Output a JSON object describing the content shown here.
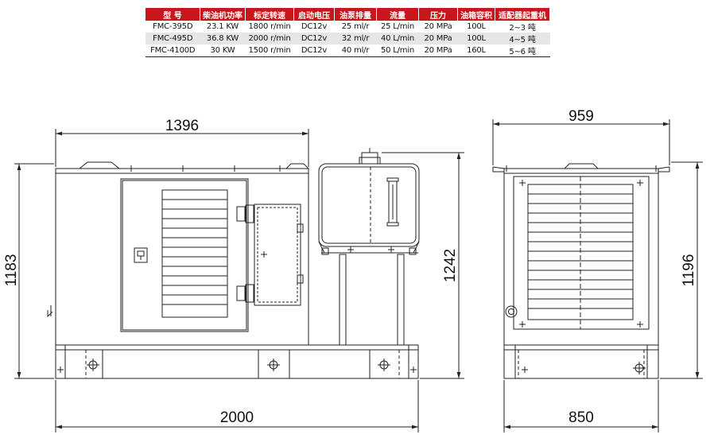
{
  "table": {
    "headers": [
      "型 号",
      "柴油机功率",
      "标定转速",
      "启动电压",
      "油泵排量",
      "流量",
      "压力",
      "油箱容积",
      "适配器起重机"
    ],
    "rows": [
      [
        "FMC-395D",
        "23.1 KW",
        "1800 r/min",
        "DC12v",
        "25 ml/r",
        "25 L/min",
        "20 MPa",
        "100L",
        "2~3 吨"
      ],
      [
        "FMC-495D",
        "36.8 KW",
        "2000 r/min",
        "DC12v",
        "32 ml/r",
        "40 L/min",
        "20 MPa",
        "100L",
        "4~5 吨"
      ],
      [
        "FMC-4100D",
        "30 KW",
        "1500 r/min",
        "DC12v",
        "40 ml/r",
        "50 L/min",
        "20 MPa",
        "160L",
        "5~6 吨"
      ]
    ],
    "header_color": "#c8161d",
    "alt_row_color": "#e6e6e6"
  },
  "dimensions": {
    "front_view": {
      "engine_length": "1396",
      "engine_height": "1183",
      "tank_height": "1242",
      "overall_length": "2000"
    },
    "side_view": {
      "width_top": "959",
      "height": "1196",
      "width_base": "850"
    }
  },
  "line_color": "#222222"
}
